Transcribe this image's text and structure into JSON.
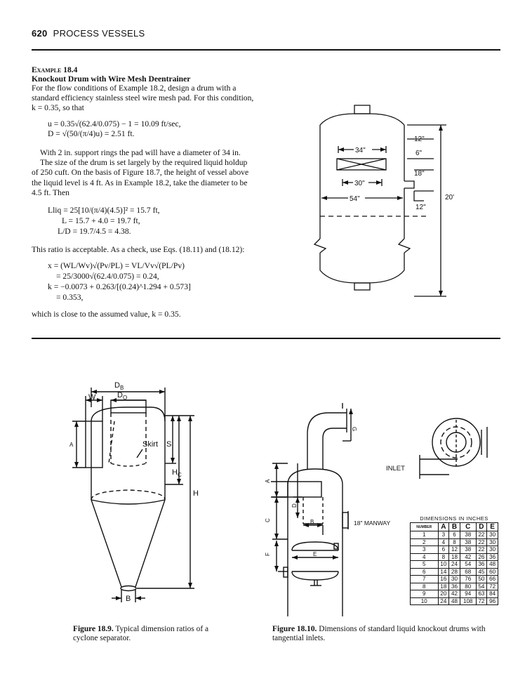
{
  "header": {
    "page_number": "620",
    "section": "PROCESS VESSELS"
  },
  "example": {
    "label": "Example 18.4",
    "title": "Knockout Drum with Wire Mesh Deentrainer",
    "intro": "For the flow conditions of Example 18.2, design a drum with a standard efficiency stainless steel wire mesh pad. For this condition, k = 0.35, so that",
    "eq1": "u = 0.35√(62.4/0.075) − 1 = 10.09 ft/sec,",
    "eq2": "D = √(50/(π/4)u) = 2.51 ft.",
    "para2": "With 2 in. support rings the pad will have a diameter of 34 in.",
    "para3": "The size of the drum is set largely by the required liquid holdup of 250 cuft. On the basis of Figure 18.7, the height of vessel above the liquid level is 4 ft. As in Example 18.2, take the diameter to be 4.5 ft. Then",
    "eq3": "Lliq = 25[10/(π/4)(4.5)]² = 15.7 ft,",
    "eq4": "L = 15.7 + 4.0 = 19.7 ft,",
    "eq5": "L/D = 19.7/4.5 = 4.38.",
    "para4": "This ratio is acceptable. As a check, use Eqs. (18.11) and (18.12):",
    "eq6": "x = (WL/Wv)√(Pv/PL) = VL/Vv√(PL/Pv)",
    "eq7": "= 25/3000√(62.4/0.075) = 0.24,",
    "eq8": "k = −0.0073 + 0.263/[(0.24)^1.294 + 0.573]",
    "eq9": "= 0.353,",
    "para5": "which is close to the assumed value, k = 0.35."
  },
  "drum_figure": {
    "dim_34": "34\"",
    "dim_30": "30\"",
    "dim_54": "54\"",
    "dim_12a": "12\"",
    "dim_6": "6\"",
    "dim_18": "18\"",
    "dim_12b": "12\"",
    "dim_20": "20'"
  },
  "cyclone_figure": {
    "db": "D",
    "db_sub": "B",
    "do": "D",
    "do_sub": "O",
    "w": "W",
    "skirt": "Skirt",
    "s": "S",
    "a": "A",
    "hc": "H",
    "hc_sub": "C",
    "h": "H",
    "b": "B"
  },
  "knockout_figure": {
    "g": "G",
    "a": "A",
    "d": "D",
    "c": "C",
    "f": "F",
    "b": "B",
    "e": "E",
    "inlet": "INLET",
    "manway": "18\" MANWAY"
  },
  "dimensions_table": {
    "title": "DIMENSIONS IN INCHES",
    "headers": [
      "NUMBER",
      "A",
      "B",
      "C",
      "D",
      "E"
    ],
    "rows": [
      [
        "1",
        "3",
        "6",
        "38",
        "22",
        "30"
      ],
      [
        "2",
        "4",
        "8",
        "38",
        "22",
        "30"
      ],
      [
        "3",
        "6",
        "12",
        "38",
        "22",
        "30"
      ],
      [
        "4",
        "8",
        "18",
        "42",
        "26",
        "36"
      ],
      [
        "5",
        "10",
        "24",
        "54",
        "36",
        "48"
      ],
      [
        "6",
        "14",
        "28",
        "68",
        "45",
        "60"
      ],
      [
        "7",
        "16",
        "30",
        "76",
        "50",
        "66"
      ],
      [
        "8",
        "18",
        "36",
        "80",
        "54",
        "72"
      ],
      [
        "9",
        "20",
        "42",
        "94",
        "63",
        "84"
      ],
      [
        "10",
        "24",
        "48",
        "108",
        "72",
        "96"
      ]
    ]
  },
  "captions": {
    "fig189_label": "Figure 18.9.",
    "fig189_text": "Typical dimension ratios of a cyclone separator.",
    "fig1810_label": "Figure 18.10.",
    "fig1810_text": "Dimensions of standard liquid knockout drums with tangential inlets."
  }
}
